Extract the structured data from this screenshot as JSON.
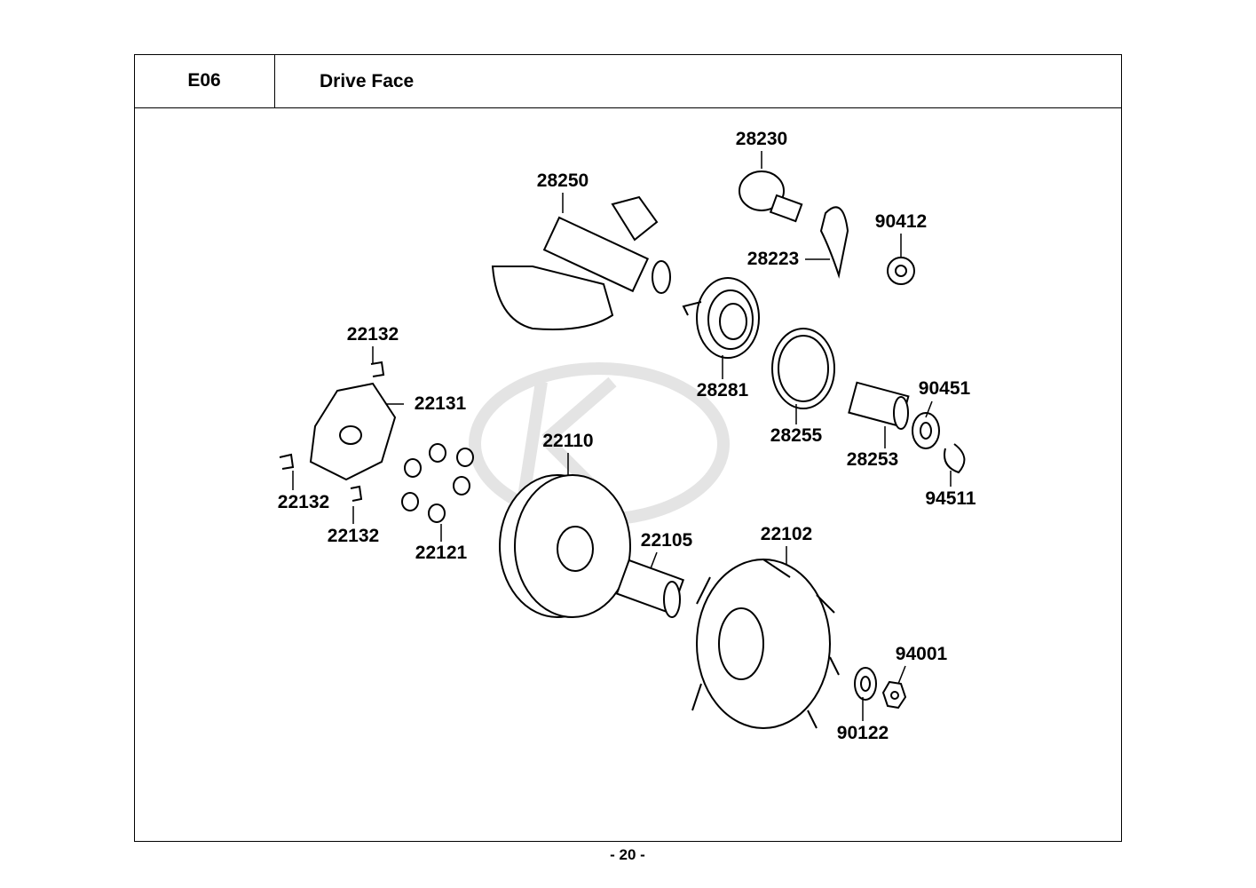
{
  "header": {
    "code": "E06",
    "title": "Drive Face"
  },
  "watermark": {
    "brand": "KYMCO",
    "color": "#e6e6e6"
  },
  "parts": [
    {
      "id": "p1",
      "number": "28230"
    },
    {
      "id": "p2",
      "number": "28250"
    },
    {
      "id": "p3",
      "number": "90412"
    },
    {
      "id": "p4",
      "number": "28223"
    },
    {
      "id": "p5",
      "number": "22132"
    },
    {
      "id": "p6",
      "number": "22131"
    },
    {
      "id": "p7",
      "number": "28281"
    },
    {
      "id": "p8",
      "number": "90451"
    },
    {
      "id": "p9",
      "number": "28255"
    },
    {
      "id": "p10",
      "number": "22110"
    },
    {
      "id": "p11",
      "number": "28253"
    },
    {
      "id": "p12",
      "number": "94511"
    },
    {
      "id": "p13",
      "number": "22132"
    },
    {
      "id": "p14",
      "number": "22132"
    },
    {
      "id": "p15",
      "number": "22105"
    },
    {
      "id": "p16",
      "number": "22102"
    },
    {
      "id": "p17",
      "number": "22121"
    },
    {
      "id": "p18",
      "number": "94001"
    },
    {
      "id": "p19",
      "number": "90122"
    }
  ],
  "footer": {
    "page": "- 20 -"
  }
}
